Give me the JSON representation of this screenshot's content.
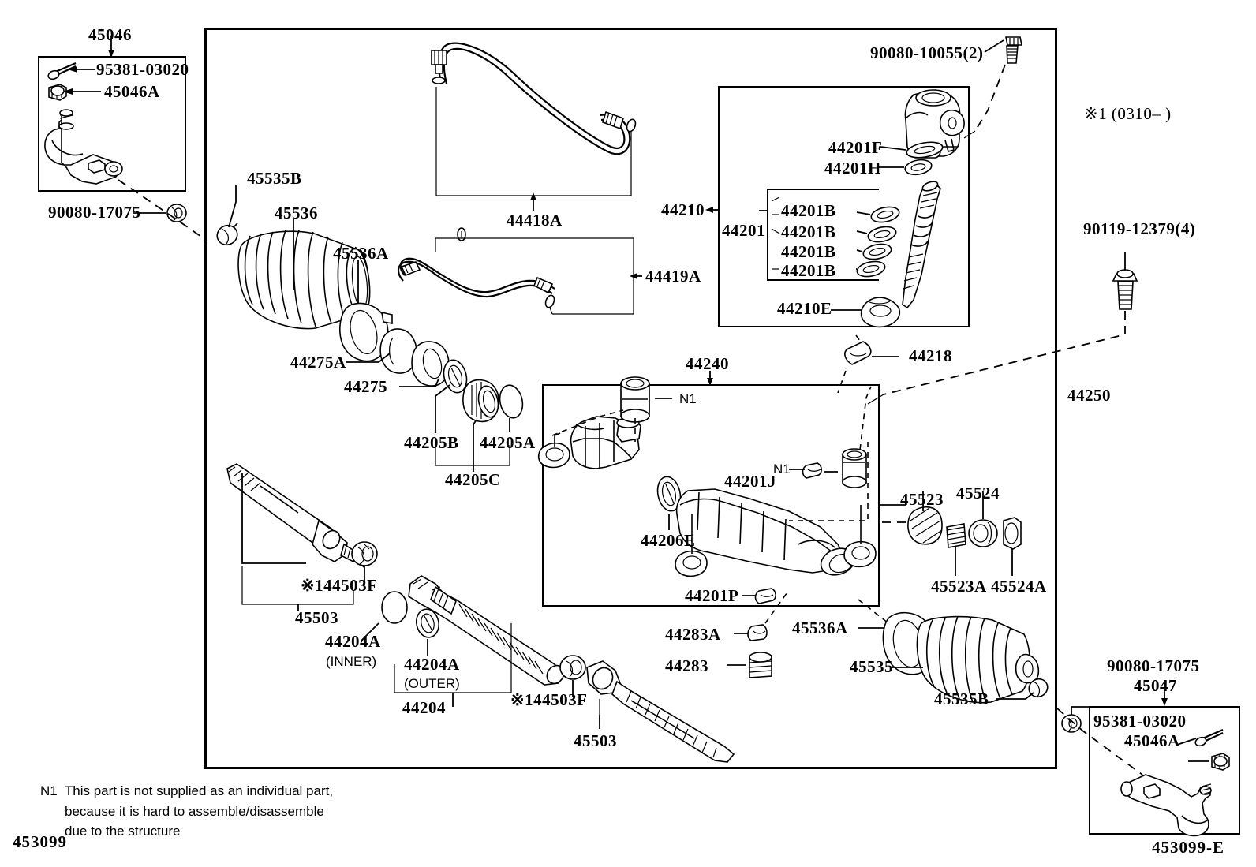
{
  "sheet": {
    "number_bottom_left": "453099",
    "number_bottom_right": "453099-E",
    "note_n1_line1": "N1  This part is not supplied as an individual part,",
    "note_n1_line2": "because it is hard to assemble/disassemble",
    "note_n1_line3": "due to the structure",
    "remark_star1": "※1 (0310–        )"
  },
  "boxes": {
    "tie_rod_end_left": {
      "callout": "45046"
    },
    "tie_rod_end_right": {
      "callout": "45047"
    },
    "valve_assembly": {
      "callout": "44210"
    },
    "housing_assembly": {
      "callout": "44240"
    },
    "pipe_upper": {
      "callout": "44418A"
    },
    "pipe_lower": {
      "callout": "44419A"
    },
    "gear_assembly": {
      "callout": "44250"
    }
  },
  "parts": [
    {
      "id": "p-45046",
      "label": "45046"
    },
    {
      "id": "p-95381-03020a",
      "label": "95381-03020"
    },
    {
      "id": "p-45046Aa",
      "label": "45046A"
    },
    {
      "id": "p-90080-17075a",
      "label": "90080-17075"
    },
    {
      "id": "p-45535B-top",
      "label": "45535B"
    },
    {
      "id": "p-45536",
      "label": "45536"
    },
    {
      "id": "p-45536A-top",
      "label": "45536A"
    },
    {
      "id": "p-44275A",
      "label": "44275A"
    },
    {
      "id": "p-44275",
      "label": "44275"
    },
    {
      "id": "p-44205B",
      "label": "44205B"
    },
    {
      "id": "p-44205A",
      "label": "44205A"
    },
    {
      "id": "p-44205C",
      "label": "44205C"
    },
    {
      "id": "p-44418A",
      "label": "44418A"
    },
    {
      "id": "p-44419A",
      "label": "44419A"
    },
    {
      "id": "p-90080-10055",
      "label": "90080-10055(2)"
    },
    {
      "id": "p-44210",
      "label": "44210"
    },
    {
      "id": "p-44201F",
      "label": "44201F"
    },
    {
      "id": "p-44201H",
      "label": "44201H"
    },
    {
      "id": "p-44201",
      "label": "44201"
    },
    {
      "id": "p-44201B-1",
      "label": "44201B"
    },
    {
      "id": "p-44201B-2",
      "label": "44201B"
    },
    {
      "id": "p-44201B-3",
      "label": "44201B"
    },
    {
      "id": "p-44201B-4",
      "label": "44201B"
    },
    {
      "id": "p-44210E",
      "label": "44210E"
    },
    {
      "id": "p-44218",
      "label": "44218"
    },
    {
      "id": "p-44250",
      "label": "44250"
    },
    {
      "id": "p-90119-12379",
      "label": "90119-12379(4)"
    },
    {
      "id": "p-44240",
      "label": "44240"
    },
    {
      "id": "p-N1-a",
      "label": "N1"
    },
    {
      "id": "p-N1-b",
      "label": "N1"
    },
    {
      "id": "p-44201J",
      "label": "44201J"
    },
    {
      "id": "p-44206E",
      "label": "44206E"
    },
    {
      "id": "p-44201P",
      "label": "44201P"
    },
    {
      "id": "p-45523",
      "label": "45523"
    },
    {
      "id": "p-45524",
      "label": "45524"
    },
    {
      "id": "p-45523A",
      "label": "45523A"
    },
    {
      "id": "p-45524A",
      "label": "45524A"
    },
    {
      "id": "p-44283A",
      "label": "44283A"
    },
    {
      "id": "p-44283",
      "label": "44283"
    },
    {
      "id": "p-45536A-bot",
      "label": "45536A"
    },
    {
      "id": "p-45535",
      "label": "45535"
    },
    {
      "id": "p-45535B-bot",
      "label": "45535B"
    },
    {
      "id": "p-44503F-left",
      "label": "※144503F"
    },
    {
      "id": "p-45503-left",
      "label": "45503"
    },
    {
      "id": "p-44204A-inner",
      "label": "44204A"
    },
    {
      "id": "p-44204A-inner2",
      "label": "(INNER)"
    },
    {
      "id": "p-44204A-outer",
      "label": "44204A"
    },
    {
      "id": "p-44204A-outer2",
      "label": "(OUTER)"
    },
    {
      "id": "p-44204",
      "label": "44204"
    },
    {
      "id": "p-44503F-right",
      "label": "※144503F"
    },
    {
      "id": "p-45503-right",
      "label": "45503"
    },
    {
      "id": "p-90080-17075b",
      "label": "90080-17075"
    },
    {
      "id": "p-45047",
      "label": "45047"
    },
    {
      "id": "p-95381-03020b",
      "label": "95381-03020"
    },
    {
      "id": "p-45046Ab",
      "label": "45046A"
    }
  ],
  "diagram": {
    "title_implied": "Front Steering Gear & Link",
    "line_color": "#000000",
    "background": "#ffffff"
  }
}
